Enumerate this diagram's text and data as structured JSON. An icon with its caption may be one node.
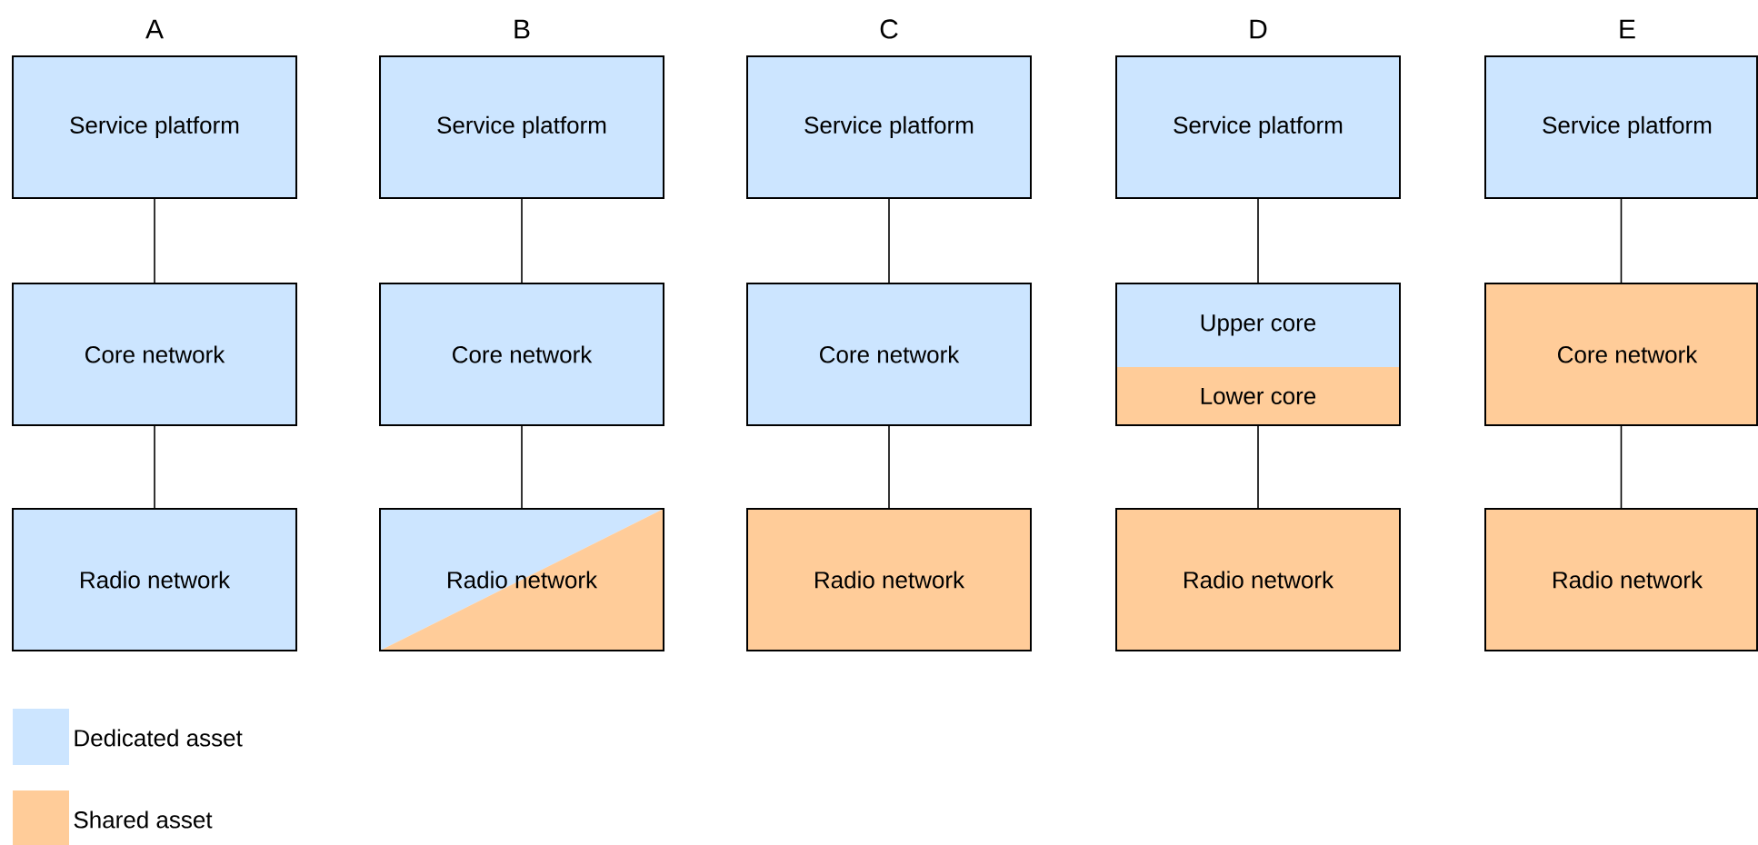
{
  "diagram": {
    "nodes": [
      {
        "text": [
          "Service platform"
        ]
      },
      {
        "text": [
          "Core network"
        ]
      },
      {
        "text": [
          "Radio network"
        ]
      },
      {
        "text": [
          "Service platform"
        ]
      },
      {
        "text": [
          "Core network"
        ]
      },
      {
        "text": [
          "Radio network"
        ]
      },
      {
        "text": [
          "Service platform"
        ]
      },
      {
        "text": [
          "Core network"
        ]
      },
      {
        "text": [
          "Radio network"
        ]
      },
      {
        "text": [
          "Service platform"
        ]
      },
      {
        "text": [
          "Upper core",
          "Lower core"
        ]
      },
      {
        "text": [
          "Radio network"
        ]
      },
      {
        "text": [
          "Service platform"
        ]
      },
      {
        "text": [
          "Core network"
        ]
      },
      {
        "text": [
          "Radio network"
        ]
      }
    ],
    "edges": [
      {
        "from": 0,
        "to": 1,
        "arrow": "none"
      },
      {
        "from": 1,
        "to": 2,
        "arrow": "none"
      },
      {
        "from": 3,
        "to": 4,
        "arrow": "none"
      },
      {
        "from": 4,
        "to": 5,
        "arrow": "none"
      },
      {
        "from": 6,
        "to": 7,
        "arrow": "none"
      },
      {
        "from": 7,
        "to": 8,
        "arrow": "none"
      },
      {
        "from": 9,
        "to": 10,
        "arrow": "none"
      },
      {
        "from": 10,
        "to": 11,
        "arrow": "none"
      },
      {
        "from": 12,
        "to": 13,
        "arrow": "none"
      },
      {
        "from": 13,
        "to": 14,
        "arrow": "none"
      }
    ],
    "labels": [
      "A",
      "B",
      "C",
      "D",
      "E"
    ],
    "legend": [
      {
        "text": "Dedicated asset",
        "color": "#cce5ff"
      },
      {
        "text": "Shared asset",
        "color": "#ffcc99"
      }
    ]
  }
}
